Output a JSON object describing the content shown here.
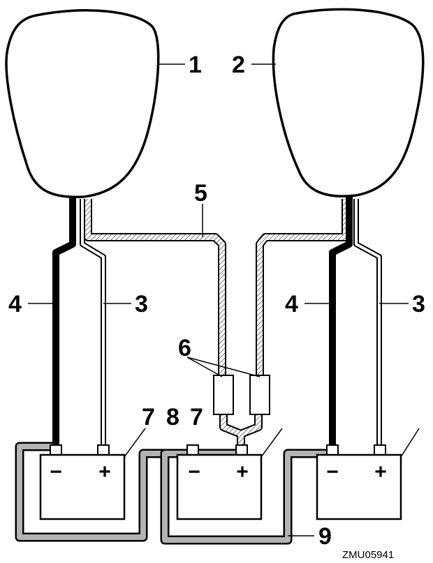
{
  "callouts": {
    "c1": "1",
    "c2": "2",
    "c3_left": "3",
    "c3_right": "3",
    "c4_left": "4",
    "c4_right": "4",
    "c5": "5",
    "c6": "6",
    "c7_left": "7",
    "c8": "8",
    "c7_right": "7",
    "c9": "9"
  },
  "terminals": {
    "b1_neg": "−",
    "b1_pos": "+",
    "b2_neg": "−",
    "b2_pos": "+",
    "b3_neg": "−",
    "b3_pos": "+"
  },
  "figure_code": "ZMU05941",
  "colors": {
    "ink": "#000000",
    "paper": "#ffffff",
    "cable_grey": "#b3b3b3",
    "hatch": "#8a8a8a"
  }
}
